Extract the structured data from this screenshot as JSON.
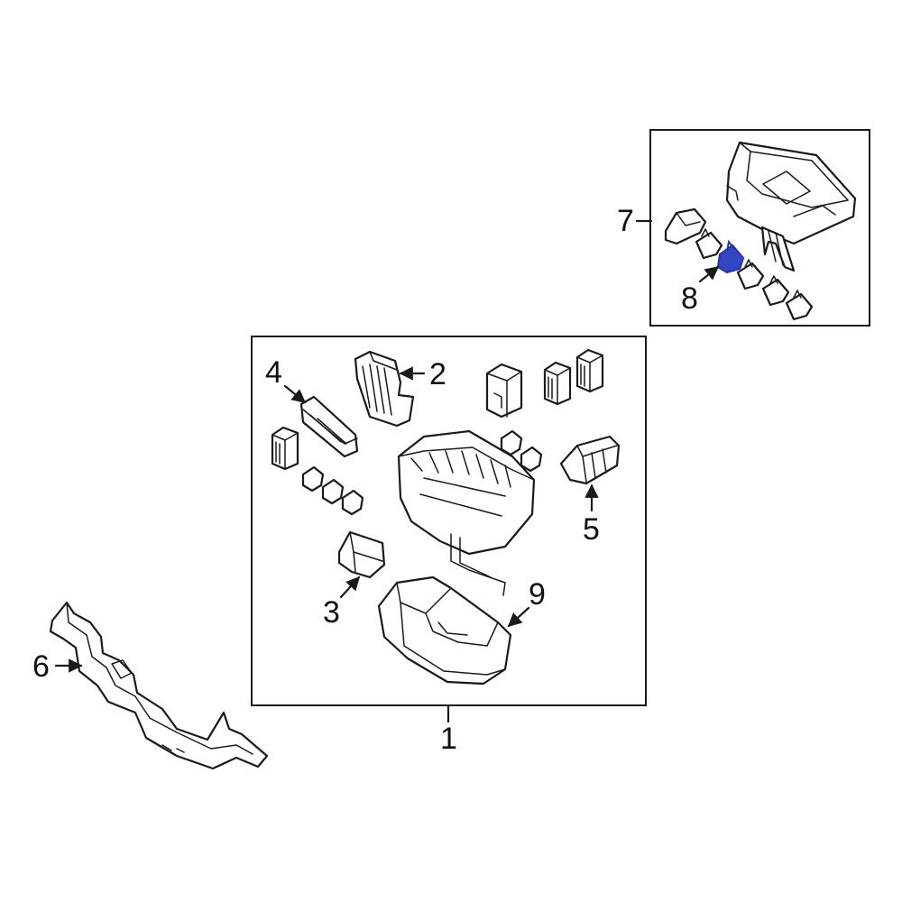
{
  "callouts": {
    "c1": "1",
    "c2": "2",
    "c3": "3",
    "c4": "4",
    "c5": "5",
    "c6": "6",
    "c7": "7",
    "c8": "8",
    "c9": "9"
  },
  "colors": {
    "line": "#1a1a1a",
    "highlight": "#2a35a8",
    "highlight_fill": "#3346c4"
  },
  "highlighted_part": "8"
}
